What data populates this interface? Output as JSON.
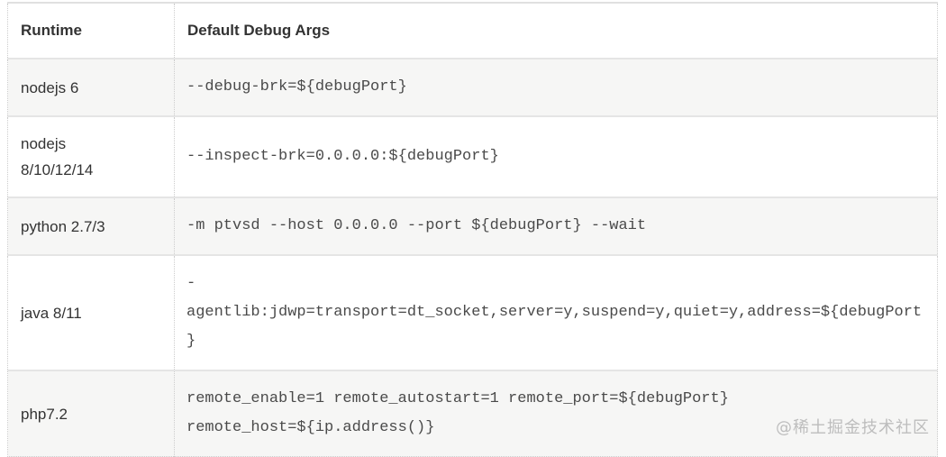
{
  "table": {
    "columns": [
      {
        "label": "Runtime"
      },
      {
        "label": "Default Debug Args"
      }
    ],
    "rows": [
      {
        "runtime": "nodejs 6",
        "args": "--debug-brk=${debugPort}"
      },
      {
        "runtime": "nodejs\n8/10/12/14",
        "args": "--inspect-brk=0.0.0.0:${debugPort}"
      },
      {
        "runtime": "python 2.7/3",
        "args": "-m ptvsd --host 0.0.0.0 --port ${debugPort} --wait"
      },
      {
        "runtime": "java 8/11",
        "args": "-agentlib:jdwp=transport=dt_socket,server=y,suspend=y,quiet=y,address=${debugPort}"
      },
      {
        "runtime": "php7.2",
        "args": "remote_enable=1 remote_autostart=1 remote_port=${debugPort} remote_host=${ip.address()}"
      }
    ]
  },
  "watermark": {
    "text": "@稀土掘金技术社区"
  },
  "colors": {
    "row_alt_bg": "#f6f6f5",
    "header_text": "#333333",
    "mono_text": "#4a4a4a",
    "row_separator": "#e5e5e5",
    "dotted_border": "#cccccc",
    "watermark_text": "#bdbdbd"
  }
}
